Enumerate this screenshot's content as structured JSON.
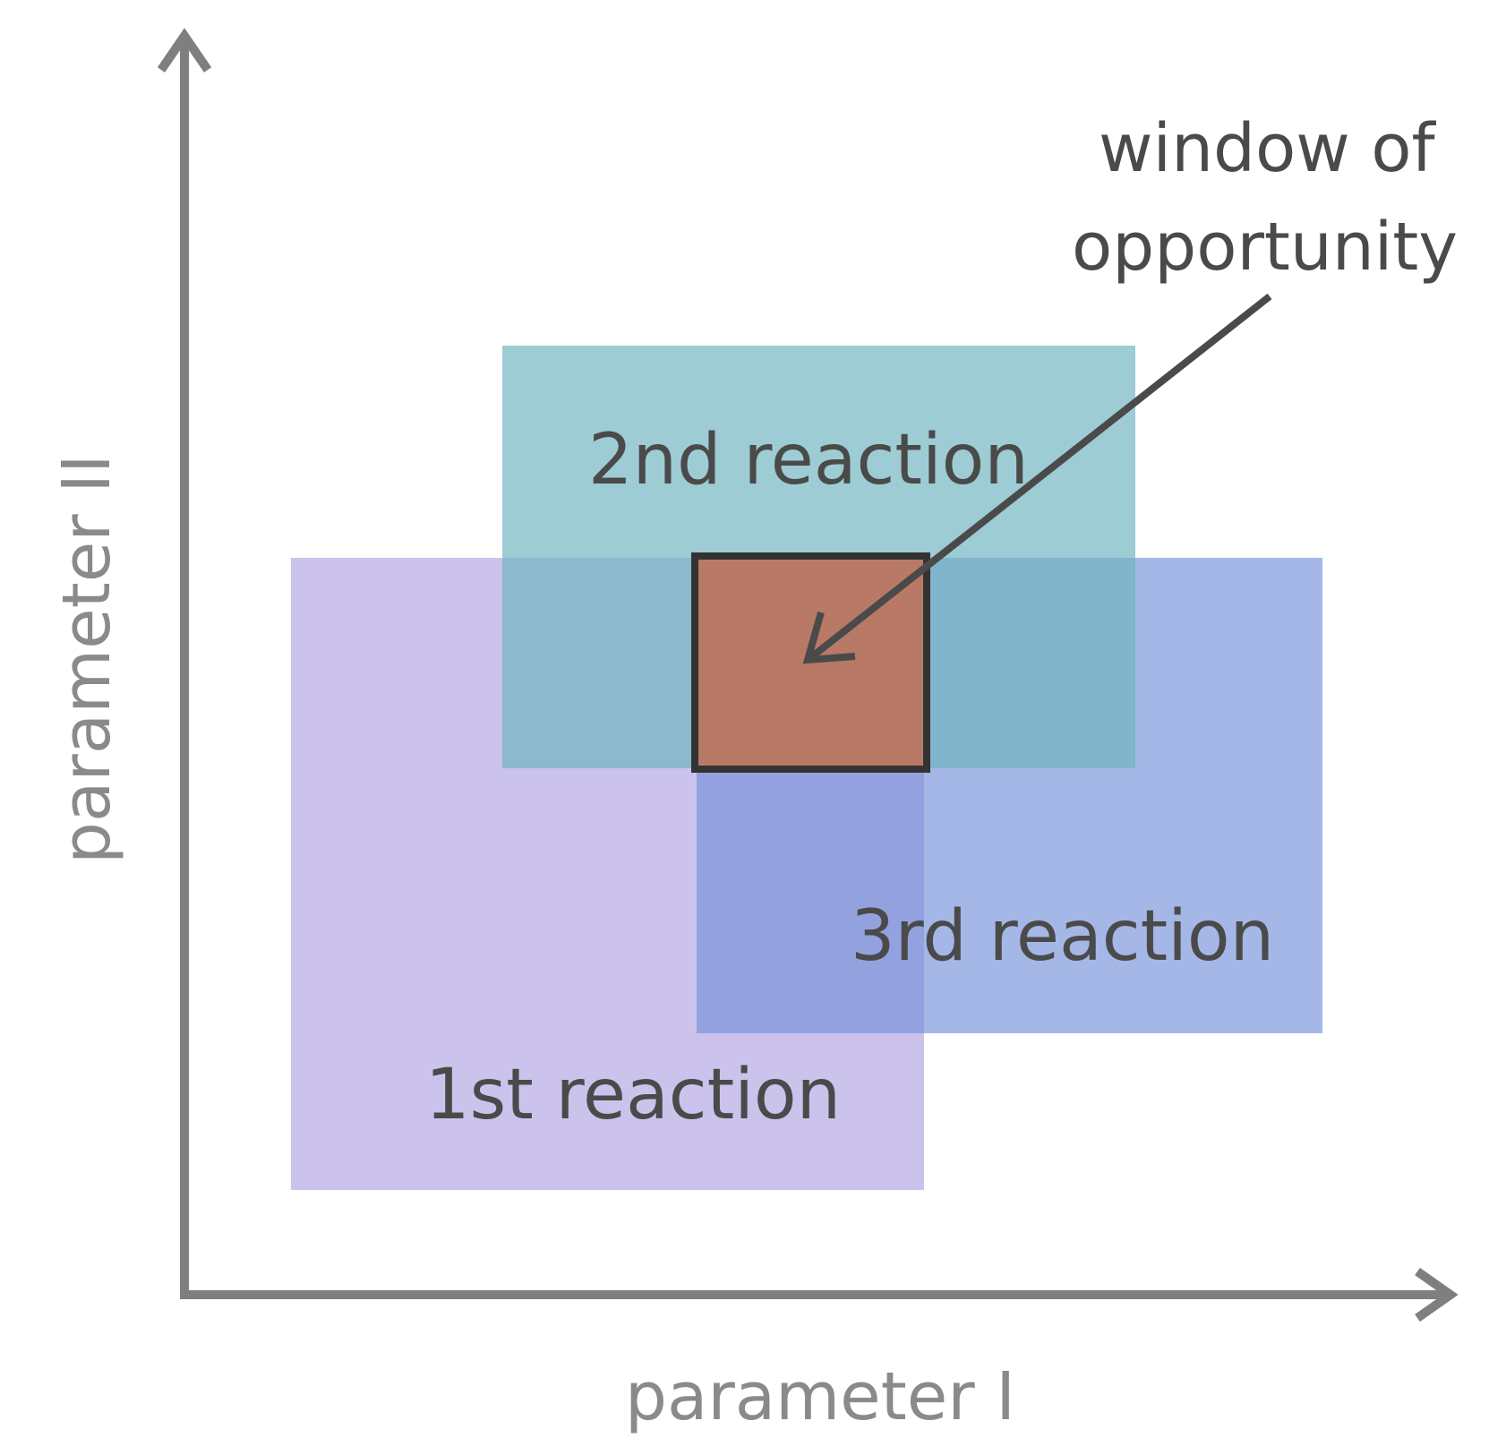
{
  "axes": {
    "x_label": "parameter I",
    "y_label": "parameter II"
  },
  "regions": {
    "first": {
      "label": "1st reaction"
    },
    "second": {
      "label": "2nd reaction"
    },
    "third": {
      "label": "3rd reaction"
    }
  },
  "window": {
    "line1": "window of",
    "line2": "opportunity"
  },
  "colors": {
    "axis": "#7f7f7f",
    "first_reaction": "#cbc3ec",
    "second_reaction": "#7fbcc5",
    "third_reaction": "#8aa0dc",
    "window_fill": "#b87a66",
    "window_border": "#333333",
    "arrow": "#4a4a4a"
  }
}
